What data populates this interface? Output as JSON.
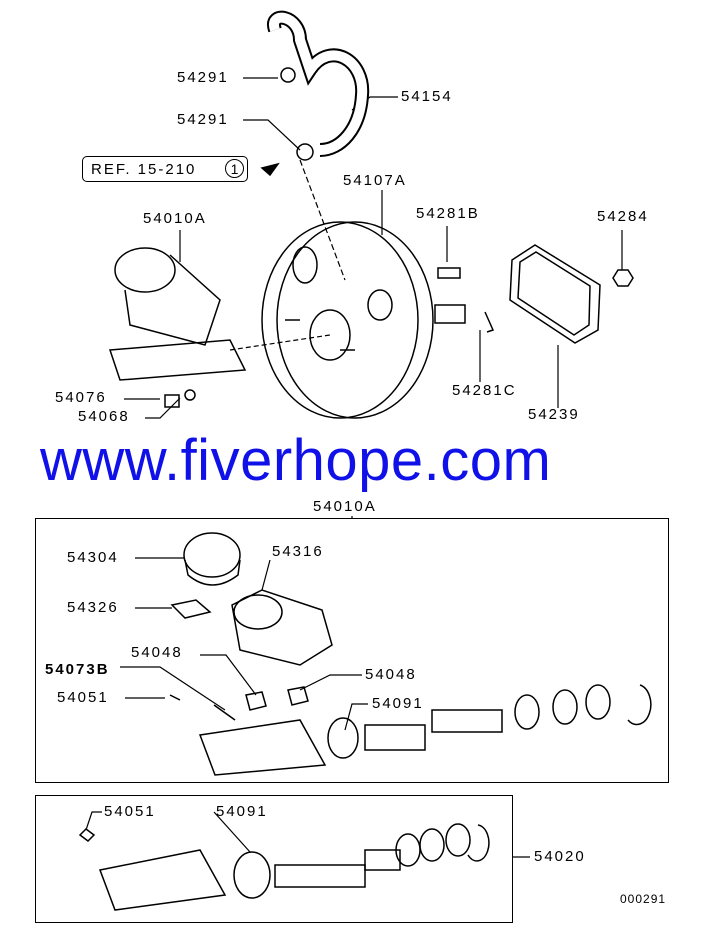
{
  "labels": {
    "hose_clamp_upper": "54291",
    "hose_clamp_lower": "54291",
    "vacuum_hose": "54154",
    "brake_booster": "54107A",
    "clevis_pin": "54281B",
    "nut": "54284",
    "master_cylinder": "54010A",
    "nut_54076": "54076",
    "washer": "54068",
    "snap_pin": "54281C",
    "gasket": "54239",
    "master_cylinder_detail": "54010A",
    "reservoir_cap": "54304",
    "reservoir": "54316",
    "reservoir_retainer": "54326",
    "grommet_left": "54048",
    "grommet_right": "54048",
    "piston_stopper_kit": "54073B",
    "bolt": "54051",
    "piston_kit": "54091",
    "bolt_lower": "54051",
    "piston_kit_lower": "54091",
    "master_cylinder_assy": "54020",
    "diagram_code": "000291"
  },
  "reference": {
    "text": "REF. 15-210",
    "circle": "1"
  },
  "watermark": "www.fiverhope.com"
}
